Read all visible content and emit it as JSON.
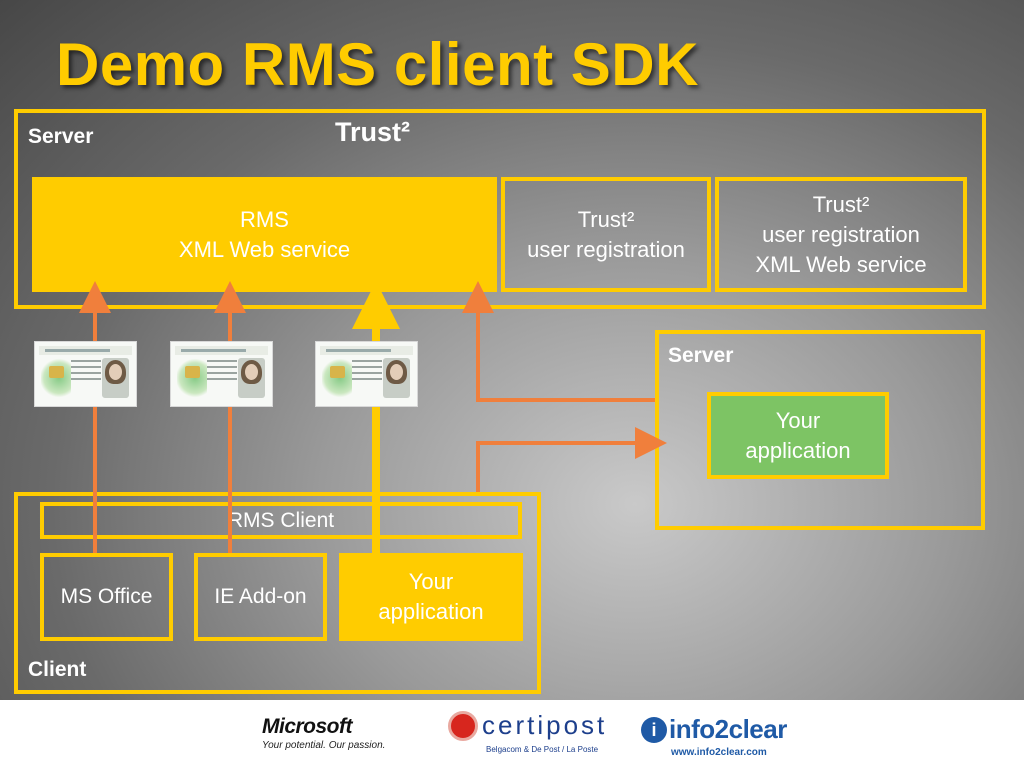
{
  "title": "Demo RMS client SDK",
  "trust_server": {
    "label": "Server",
    "heading": "Trust²"
  },
  "rms_service": {
    "line1": "RMS",
    "line2": "XML Web service"
  },
  "trust_registration": {
    "line1": "Trust²",
    "line2": "user registration"
  },
  "trust_registration_ws": {
    "line1": "Trust²",
    "line2": "user registration",
    "line3": "XML Web service"
  },
  "app_server": {
    "label": "Server",
    "app_line1": "Your",
    "app_line2": "application"
  },
  "client": {
    "label": "Client",
    "rms_client": "RMS Client",
    "ms_office": "MS Office",
    "ie_addon": "IE Add-on",
    "app_line1": "Your",
    "app_line2": "application"
  },
  "id_cards": [
    {
      "icon": "belgian-eid-card-icon"
    },
    {
      "icon": "belgian-eid-card-icon"
    },
    {
      "icon": "belgian-eid-card-icon"
    }
  ],
  "footer": {
    "microsoft_logo": "Microsoft",
    "microsoft_tagline": "Your potential. Our passion.",
    "certipost_logo": "certipost",
    "certipost_tagline": "Belgacom & De Post / La Poste",
    "info2clear_logo": "info2clear",
    "info2clear_url": "www.info2clear.com"
  },
  "colors": {
    "accent": "#ffcc00",
    "arrow": "#f07f3c",
    "app_green": "#7dc464"
  }
}
